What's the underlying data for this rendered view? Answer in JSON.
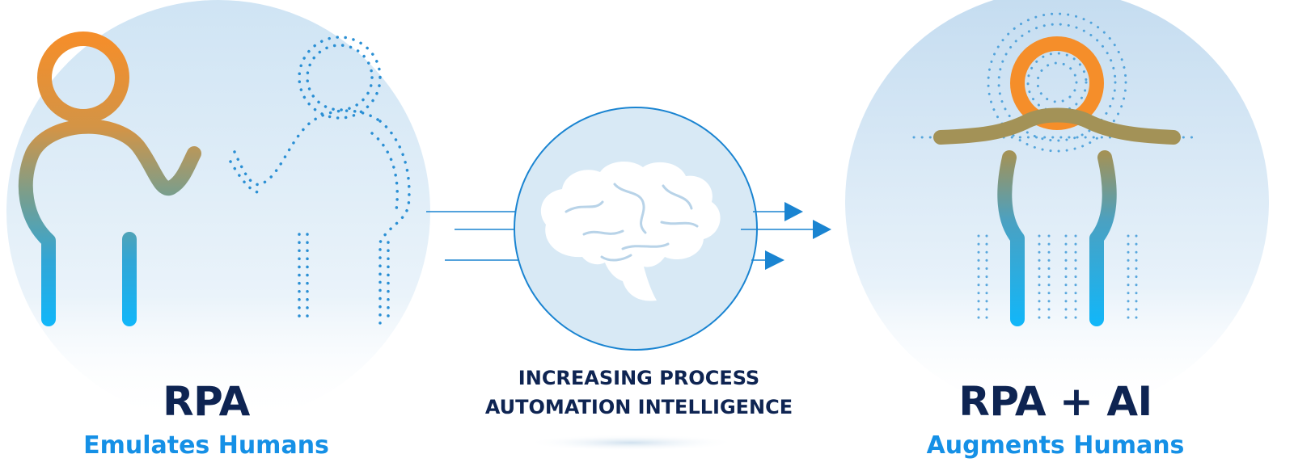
{
  "left": {
    "title": "RPA",
    "subtitle": "Emulates Humans",
    "icon": "person-reaching-dotted-figure-icon"
  },
  "center": {
    "line1": "INCREASING PROCESS",
    "line2": "AUTOMATION INTELLIGENCE",
    "icon": "brain-icon"
  },
  "right": {
    "title": "RPA + AI",
    "subtitle": "Augments Humans",
    "icon": "person-arms-outstretched-icon"
  },
  "colors": {
    "navy": "#0e2452",
    "blue": "#1590e6",
    "orange": "#f58e2a",
    "arrow": "#1a84d1",
    "circle_fill": "#d8e9f5"
  }
}
